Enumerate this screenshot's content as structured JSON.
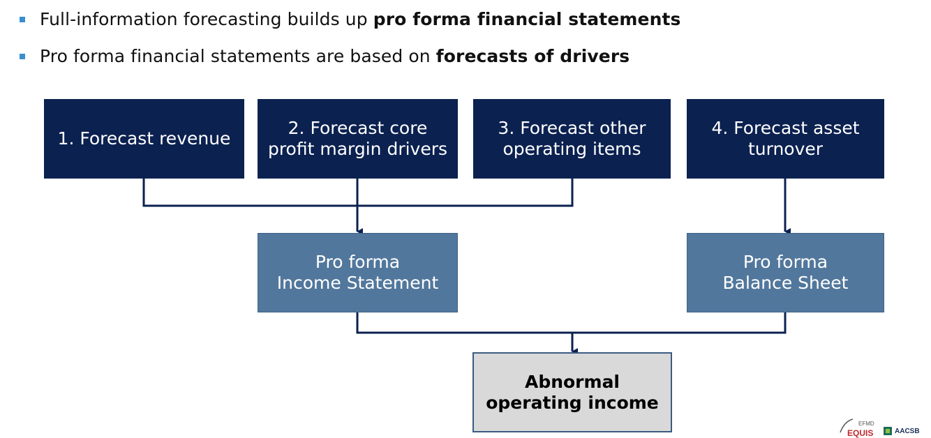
{
  "bullets": [
    {
      "normal": "Full-information forecasting builds up ",
      "bold": "pro forma financial statements"
    },
    {
      "normal": "Pro forma financial statements are based on ",
      "bold": "forecasts of drivers"
    }
  ],
  "drivers": [
    {
      "line1": "1. Forecast revenue",
      "line2": ""
    },
    {
      "line1": "2. Forecast core",
      "line2": "profit margin drivers"
    },
    {
      "line1": "3. Forecast other",
      "line2": "operating items"
    },
    {
      "line1": "4. Forecast asset",
      "line2": "turnover"
    }
  ],
  "statements": [
    {
      "line1": "Pro forma",
      "line2": "Income Statement"
    },
    {
      "line1": "Pro forma",
      "line2": "Balance Sheet"
    }
  ],
  "result": {
    "line1": "Abnormal",
    "line2": "operating income"
  },
  "logos": {
    "equis_small": "EFMD",
    "equis": "EQUIS",
    "aacsb": "AACSB"
  },
  "colors": {
    "bullet": "#3a8fd0",
    "driver_box": "#0b2150",
    "statement_box": "#52779c",
    "result_box": "#d9d9d9",
    "connector": "#0b2150"
  }
}
